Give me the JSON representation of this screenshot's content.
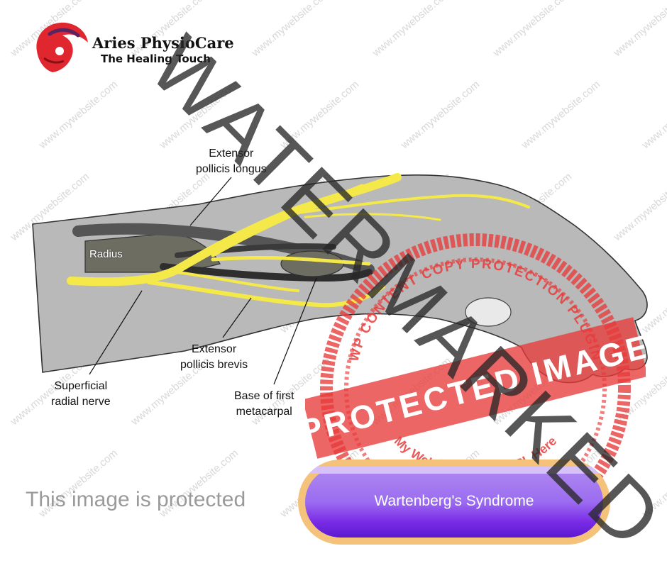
{
  "brand": {
    "name": "Aries PhysioCare",
    "tagline": "The Healing Touch",
    "accent_color": "#e0262e",
    "icon": "ram-head-logo-icon"
  },
  "figure": {
    "labels": {
      "epl": "Extensor\npollicis longus",
      "radius": "Radius",
      "epb": "Extensor\npollicis brevis",
      "srn": "Superficial\nradial nerve",
      "base": "Base of first\nmetacarpal"
    },
    "nerve_color": "#f5e94a",
    "skin_color": "#b9b9b9"
  },
  "watermark": {
    "big_text": "WATERMARKED",
    "stamp_top": "WP CONTENT COPY PROTECTION PLUGIN",
    "stamp_center": "PROTECTED IMAGE",
    "stamp_bottom": "My Website Name & URL Here",
    "stamp_color": "#e83b3b",
    "tiled_text": "www.mywebsite.com"
  },
  "footer": {
    "protected_text": "This image is protected",
    "title": "Wartenberg's Syndrome"
  }
}
